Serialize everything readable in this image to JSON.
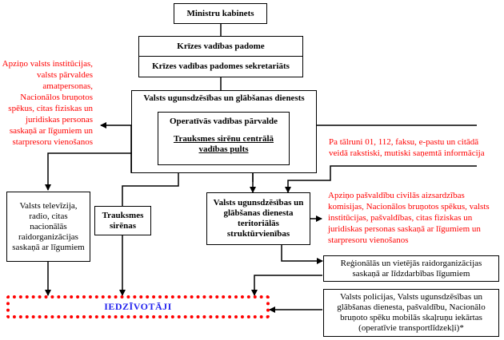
{
  "diagram": {
    "nodes": {
      "ministru_kabinets": "Ministru kabinets",
      "krizes_padome": "Krīzes vadības padome",
      "krizes_sekretariats": "Krīzes vadības padomes sekretariāts",
      "vugd": "Valsts ugunsdzēsības un glābšanas dienests",
      "operativas_parvalde": "Operatīvās vadības pārvalde",
      "sirenu_pults": "Trauksmes sirēnu centrālā vadības pults",
      "valsts_televizija": "Valsts televīzija, radio, citas nacionālās raidorganizācijas saskaņā ar līgumiem",
      "trauksmes_sirenas": "Trauksmes sirēnas",
      "teritorialas_vienibas": "Valsts ugunsdzēsības un glābšanas dienesta teritoriālās struktūrvienības",
      "regionalas_raidorg": "Reģionālās un vietējās raidorganizācijas saskaņā ar līdzdarbības līgumiem",
      "mobilas_iekartas": "Valsts policijas, Valsts ugunsdzēsības un glābšanas dienesta, pašvaldību, Nacionālo bruņoto spēku mobilās skaļruņu iekārtas (operatīvie transportlīdzekļi)*",
      "iedzivotaji": "IEDZĪVOTĀJI"
    },
    "annotations": {
      "left_notify": "Apziņo valsts institūcijas, valsts pārvaldes amatpersonas, Nacionālos bruņotos spēkus, citas fiziskas un juridiskas personas saskaņā ar līgumiem un starpresoru vienošanos",
      "incoming_info": "Pa tālruni 01, 112, faksu, e-pastu un citādā veidā rakstiski, mutiski saņemtā informācija",
      "right_notify": "Apziņo pašvaldību civilās aizsardzības komisijas, Nacionālos bruņotos spēkus, valsts institūcijas, pašvaldības, citas fiziskas un juridiskas personas saskaņā ar līgumiem un starpresoru vienošanos"
    },
    "colors": {
      "annotation": "#ff0000",
      "target_border": "#ff0000",
      "target_text": "#2222ee"
    }
  }
}
